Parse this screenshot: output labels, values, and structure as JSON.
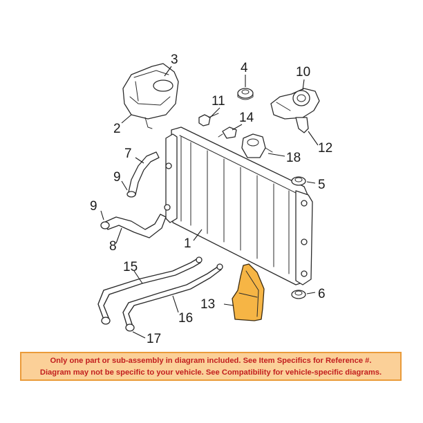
{
  "diagram": {
    "callouts": [
      {
        "id": "1",
        "text": "1"
      },
      {
        "id": "2",
        "text": "2"
      },
      {
        "id": "3",
        "text": "3"
      },
      {
        "id": "4",
        "text": "4"
      },
      {
        "id": "5",
        "text": "5"
      },
      {
        "id": "6",
        "text": "6"
      },
      {
        "id": "7",
        "text": "7"
      },
      {
        "id": "8",
        "text": "8"
      },
      {
        "id": "9a",
        "text": "9"
      },
      {
        "id": "9b",
        "text": "9"
      },
      {
        "id": "10",
        "text": "10"
      },
      {
        "id": "11",
        "text": "11"
      },
      {
        "id": "12",
        "text": "12"
      },
      {
        "id": "13",
        "text": "13"
      },
      {
        "id": "14",
        "text": "14"
      },
      {
        "id": "15",
        "text": "15"
      },
      {
        "id": "16",
        "text": "16"
      },
      {
        "id": "17",
        "text": "17"
      },
      {
        "id": "18",
        "text": "18"
      }
    ],
    "highlighted_part": "13",
    "highlight_color": "#f6b545"
  },
  "disclaimer": {
    "line1": "Only one part or sub-assembly in diagram included. See Item Specifics for Reference #.",
    "line2": "Diagram may not be specific to your vehicle. See Compatibility for vehicle-specific diagrams.",
    "text_color": "#c21e1e",
    "background_color": "#fbd098",
    "border_color": "#ea9b3a"
  }
}
